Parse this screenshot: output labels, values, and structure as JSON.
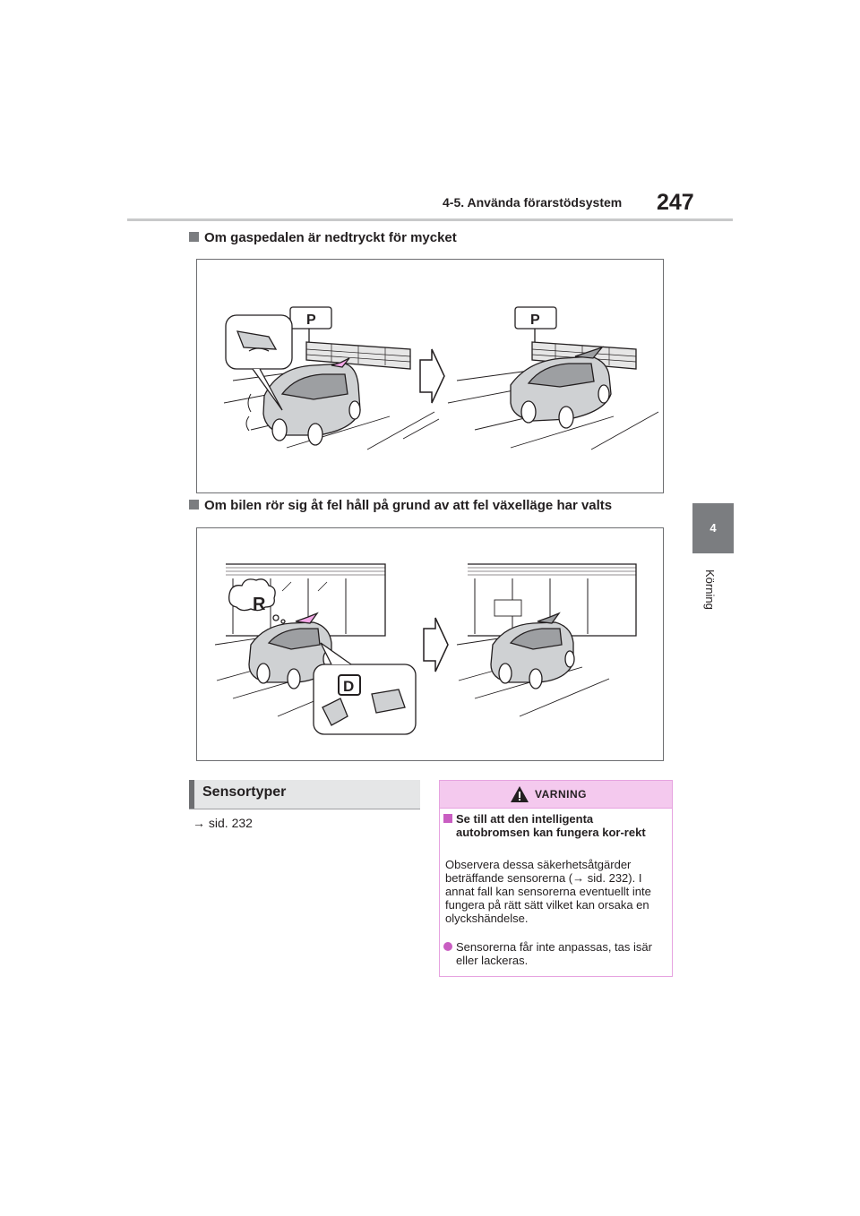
{
  "header": {
    "section": "4-5. Använda förarstödsystem",
    "page_number": "247",
    "chapter_tab_number": "4",
    "chapter_tab_label": "Körning"
  },
  "sections": [
    {
      "heading": "Om gaspedalen är nedtryckt för mycket"
    },
    {
      "heading": "Om bilen rör sig åt fel håll på grund av att fel växelläge har valts"
    }
  ],
  "illustration2": {
    "gear_bubble": "R",
    "gear_display": "D"
  },
  "sensor_section": {
    "title": "Sensortyper",
    "reference": "→ sid. 232"
  },
  "warning": {
    "title": "VARNING",
    "subheading": "Se till att den intelligenta autobromsen kan fungera kor-rekt",
    "body": "Observera dessa säkerhetsåtgärder beträffande sensorerna (→ sid. 232). I annat fall kan sensorerna eventuellt inte fungera på rätt sätt vilket kan orsaka en olyckshändelse.",
    "bullet": "Sensorerna får inte anpassas, tas isär eller lackeras."
  },
  "colors": {
    "accent_gray": "#7b7d80",
    "warning_pink": "#f4c9ee",
    "warning_border": "#e6a3e0",
    "warning_marker": "#c95ec2"
  }
}
